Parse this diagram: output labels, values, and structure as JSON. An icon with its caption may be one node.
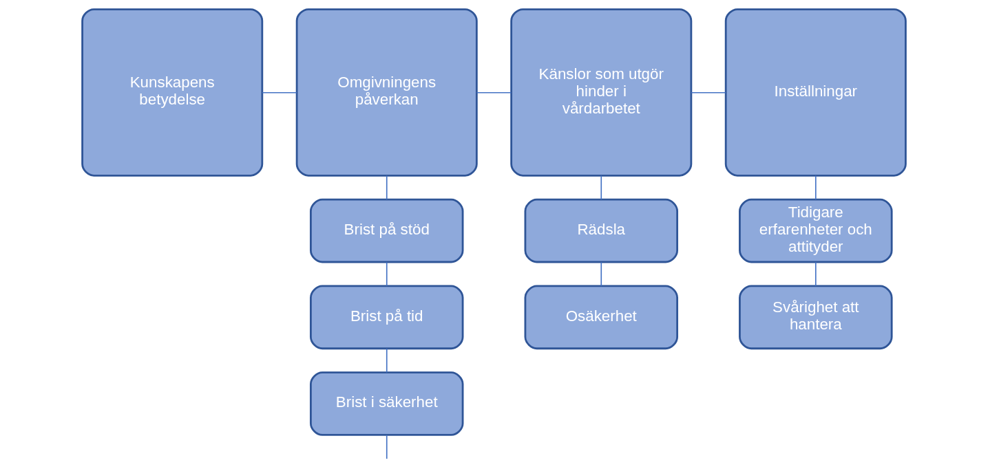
{
  "diagram": {
    "nodes": [
      {
        "text": [
          "Kunskapens betydelse"
        ]
      },
      {
        "text": [
          "Omgivningens påverkan"
        ]
      },
      {
        "text": [
          "Känslor som utgör hinder i vårdarbetet"
        ]
      },
      {
        "text": [
          "Inställningar"
        ]
      },
      {
        "text": [
          "Brist på stöd"
        ]
      },
      {
        "text": [
          "Brist på tid"
        ]
      },
      {
        "text": [
          "Brist i säkerhet"
        ]
      },
      {
        "text": [
          "Rädsla"
        ]
      },
      {
        "text": [
          "Osäkerhet"
        ]
      },
      {
        "text": [
          "Tidigare erfarenheter och attityder"
        ]
      },
      {
        "text": [
          "Svårighet att hantera"
        ]
      }
    ],
    "edges": [
      {
        "from": 0,
        "to": 1,
        "arrow": "none"
      },
      {
        "from": 1,
        "to": 2,
        "arrow": "none"
      },
      {
        "from": 2,
        "to": 3,
        "arrow": "none"
      },
      {
        "from": 1,
        "to": 4,
        "arrow": "none"
      },
      {
        "from": 4,
        "to": 5,
        "arrow": "none"
      },
      {
        "from": 5,
        "to": 6,
        "arrow": "none"
      },
      {
        "from": 6,
        "to": null,
        "arrow": "none"
      },
      {
        "from": 2,
        "to": 7,
        "arrow": "none"
      },
      {
        "from": 7,
        "to": 8,
        "arrow": "none"
      },
      {
        "from": 3,
        "to": 9,
        "arrow": "none"
      },
      {
        "from": 9,
        "to": 10,
        "arrow": "none"
      }
    ]
  }
}
